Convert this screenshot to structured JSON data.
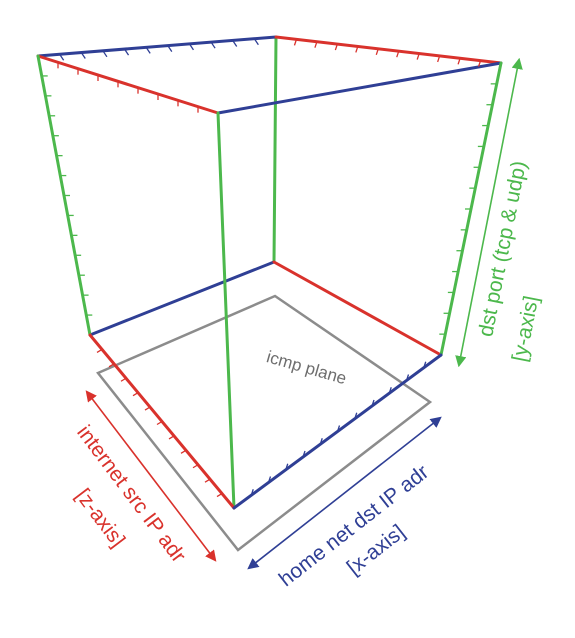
{
  "colors": {
    "x_axis": "#2f3f95",
    "y_axis": "#4cb84c",
    "z_axis": "#d9322c",
    "plane": "#8c8c8c",
    "plane_label": "#6e6e6e"
  },
  "labels": {
    "plane": "icmp plane",
    "y_axis_line1": "dst port (tcp & udp)",
    "y_axis_line2": "[y-axis]",
    "z_axis_line1": "internet src IP adr",
    "z_axis_line2": "[z-axis]",
    "x_axis_line1": "home net dst IP adr",
    "x_axis_line2": "[x-axis]"
  }
}
